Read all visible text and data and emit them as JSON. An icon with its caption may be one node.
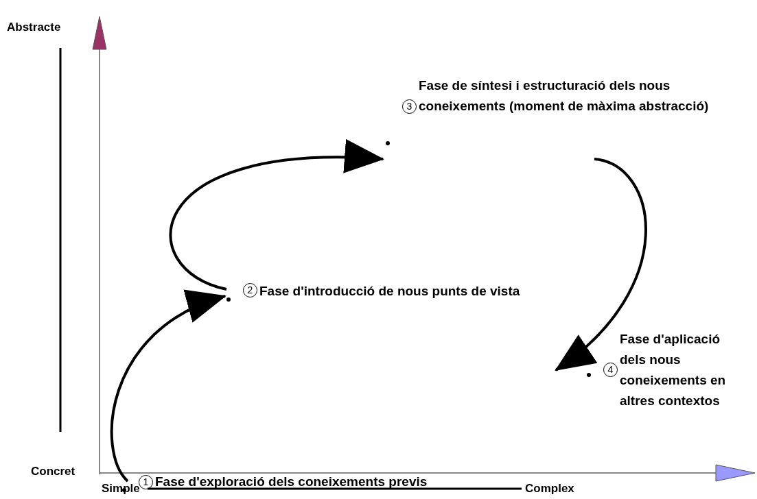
{
  "diagram": {
    "nodes": [
      {
        "text": [
          "1",
          "Fase d'exploració dels coneixements previs"
        ]
      },
      {
        "text": [
          "2",
          "Fase d'introducció de nous punts de vista"
        ]
      },
      {
        "text": [
          "3",
          "Fase de síntesi i estructuració dels nous coneixements (moment de màxima abstracció)"
        ]
      },
      {
        "text": [
          "4",
          "Fase d'aplicació dels nous coneixements en altres contextos"
        ]
      }
    ],
    "edges": [
      {
        "from": 0,
        "to": 1,
        "arrow": "to"
      },
      {
        "from": 1,
        "to": 2,
        "arrow": "to"
      },
      {
        "from": 2,
        "to": 3,
        "arrow": "to"
      }
    ],
    "labels": [
      "Abstracte",
      "Concret",
      "Simple",
      "Complex"
    ]
  }
}
